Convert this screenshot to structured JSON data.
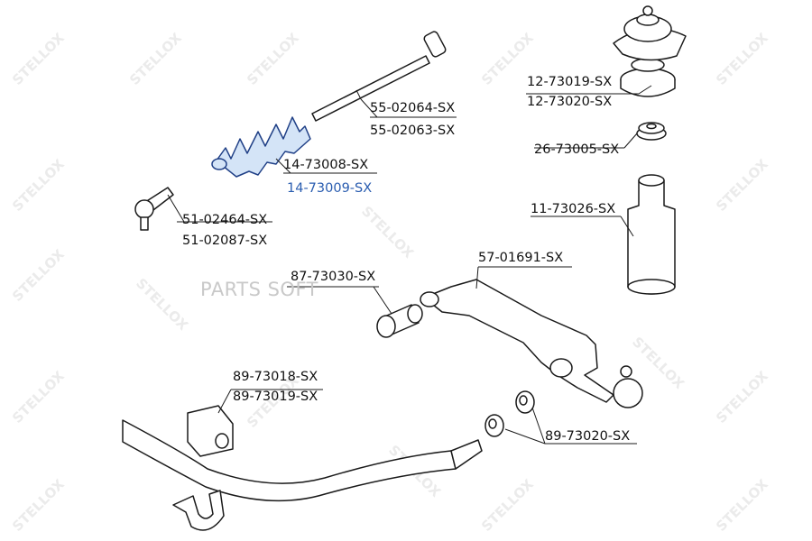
{
  "brand_watermark": "PARTS SOFT",
  "logo_text": "STELLOX",
  "colors": {
    "highlight_label": "#2a5db0",
    "highlight_part_fill": "#d4e4f7",
    "highlight_part_stroke": "#1f3f86",
    "watermark": "#ebebeb"
  },
  "callouts": [
    {
      "id": "strut-mount",
      "numbers": [
        "12-73019-SX",
        "12-73020-SX"
      ],
      "highlighted": false
    },
    {
      "id": "inner-tie-rod",
      "numbers": [
        "55-02064-SX",
        "55-02063-SX"
      ],
      "highlighted": false
    },
    {
      "id": "bump-stop",
      "numbers": [
        "26-73005-SX"
      ],
      "highlighted": false
    },
    {
      "id": "steering-boot",
      "numbers": [
        "14-73008-SX",
        "14-73009-SX"
      ],
      "highlighted": true
    },
    {
      "id": "tie-rod-end",
      "numbers": [
        "51-02464-SX",
        "51-02087-SX"
      ],
      "highlighted": false
    },
    {
      "id": "dust-boot",
      "numbers": [
        "11-73026-SX"
      ],
      "highlighted": false
    },
    {
      "id": "control-arm",
      "numbers": [
        "57-01691-SX"
      ],
      "highlighted": false
    },
    {
      "id": "arm-bushing",
      "numbers": [
        "87-73030-SX"
      ],
      "highlighted": false
    },
    {
      "id": "stabilizer-bushing",
      "numbers": [
        "89-73018-SX",
        "89-73019-SX"
      ],
      "highlighted": false
    },
    {
      "id": "link-bushing",
      "numbers": [
        "89-73020-SX"
      ],
      "highlighted": false
    }
  ]
}
